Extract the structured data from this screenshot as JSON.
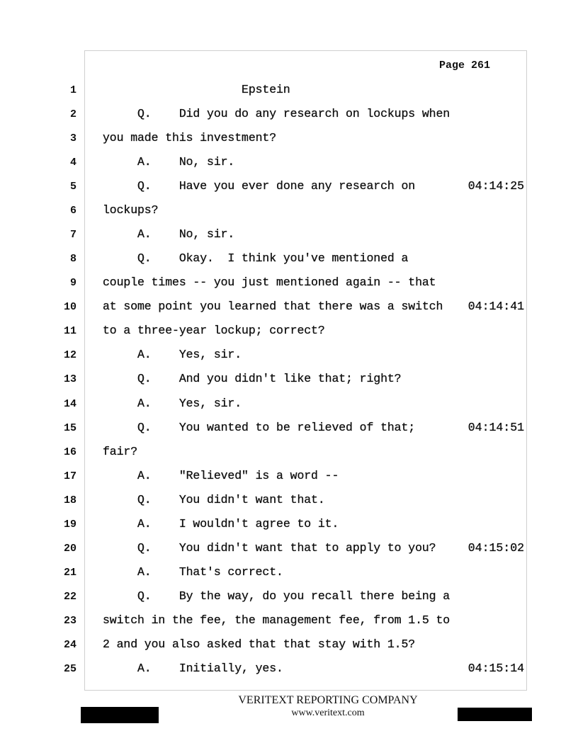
{
  "page_label": "Page 261",
  "lines": [
    {
      "n": "1",
      "text": "                    Epstein",
      "ts": ""
    },
    {
      "n": "2",
      "text": "     Q.    Did you do any research on lockups when",
      "ts": ""
    },
    {
      "n": "3",
      "text": "you made this investment?",
      "ts": ""
    },
    {
      "n": "4",
      "text": "     A.    No, sir.",
      "ts": ""
    },
    {
      "n": "5",
      "text": "     Q.    Have you ever done any research on",
      "ts": "04:14:25"
    },
    {
      "n": "6",
      "text": "lockups?",
      "ts": ""
    },
    {
      "n": "7",
      "text": "     A.    No, sir.",
      "ts": ""
    },
    {
      "n": "8",
      "text": "     Q.    Okay.  I think you've mentioned a",
      "ts": ""
    },
    {
      "n": "9",
      "text": "couple times -- you just mentioned again -- that",
      "ts": ""
    },
    {
      "n": "10",
      "text": "at some point you learned that there was a switch",
      "ts": "04:14:41"
    },
    {
      "n": "11",
      "text": "to a three-year lockup; correct?",
      "ts": ""
    },
    {
      "n": "12",
      "text": "     A.    Yes, sir.",
      "ts": ""
    },
    {
      "n": "13",
      "text": "     Q.    And you didn't like that; right?",
      "ts": ""
    },
    {
      "n": "14",
      "text": "     A.    Yes, sir.",
      "ts": ""
    },
    {
      "n": "15",
      "text": "     Q.    You wanted to be relieved of that;",
      "ts": "04:14:51"
    },
    {
      "n": "16",
      "text": "fair?",
      "ts": ""
    },
    {
      "n": "17",
      "text": "     A.    \"Relieved\" is a word --",
      "ts": ""
    },
    {
      "n": "18",
      "text": "     Q.    You didn't want that.",
      "ts": ""
    },
    {
      "n": "19",
      "text": "     A.    I wouldn't agree to it.",
      "ts": ""
    },
    {
      "n": "20",
      "text": "     Q.    You didn't want that to apply to you?",
      "ts": "04:15:02"
    },
    {
      "n": "21",
      "text": "     A.    That's correct.",
      "ts": ""
    },
    {
      "n": "22",
      "text": "     Q.    By the way, do you recall there being a",
      "ts": ""
    },
    {
      "n": "23",
      "text": "switch in the fee, the management fee, from 1.5 to",
      "ts": ""
    },
    {
      "n": "24",
      "text": "2 and you also asked that that stay with 1.5?",
      "ts": ""
    },
    {
      "n": "25",
      "text": "     A.    Initially, yes.",
      "ts": "04:15:14"
    }
  ],
  "footer": {
    "company": "VERITEXT REPORTING COMPANY",
    "url": "www.veritext.com"
  }
}
